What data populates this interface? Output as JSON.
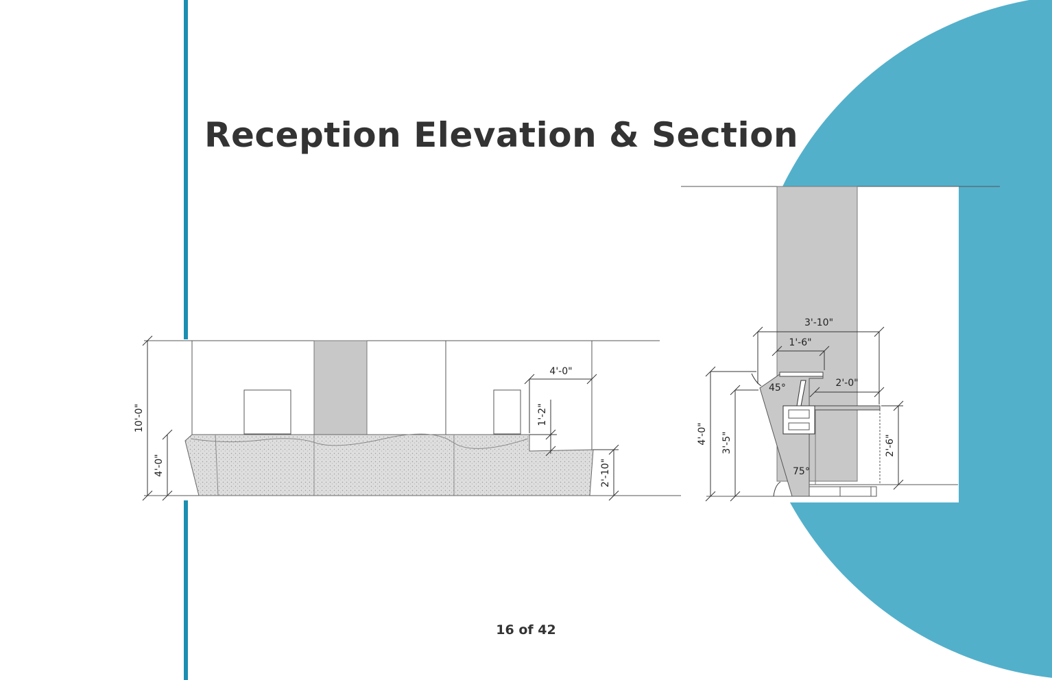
{
  "title": "Reception Elevation & Section",
  "page_number": "16 of 42",
  "colors": {
    "accent_blue": "#53b0cb",
    "rule_blue": "#1a8fb1",
    "text_dark": "#333333",
    "fill_gray": "#c8c8c8"
  },
  "elevation": {
    "dim_total_height": "10'-0\"",
    "dim_desk_height": "4'-0\"",
    "dim_transaction_width": "4'-0\"",
    "dim_transaction_drop": "1'-2\"",
    "dim_ada_height": "2'-10\""
  },
  "section": {
    "dim_overall_depth": "3'-10\"",
    "dim_transaction_depth": "1'-6\"",
    "dim_work_depth": "2'-0\"",
    "dim_height": "4'-0\"",
    "dim_counter_height": "3'-5\"",
    "dim_work_height": "2'-6\"",
    "angle_top": "45°",
    "angle_base": "75°"
  }
}
